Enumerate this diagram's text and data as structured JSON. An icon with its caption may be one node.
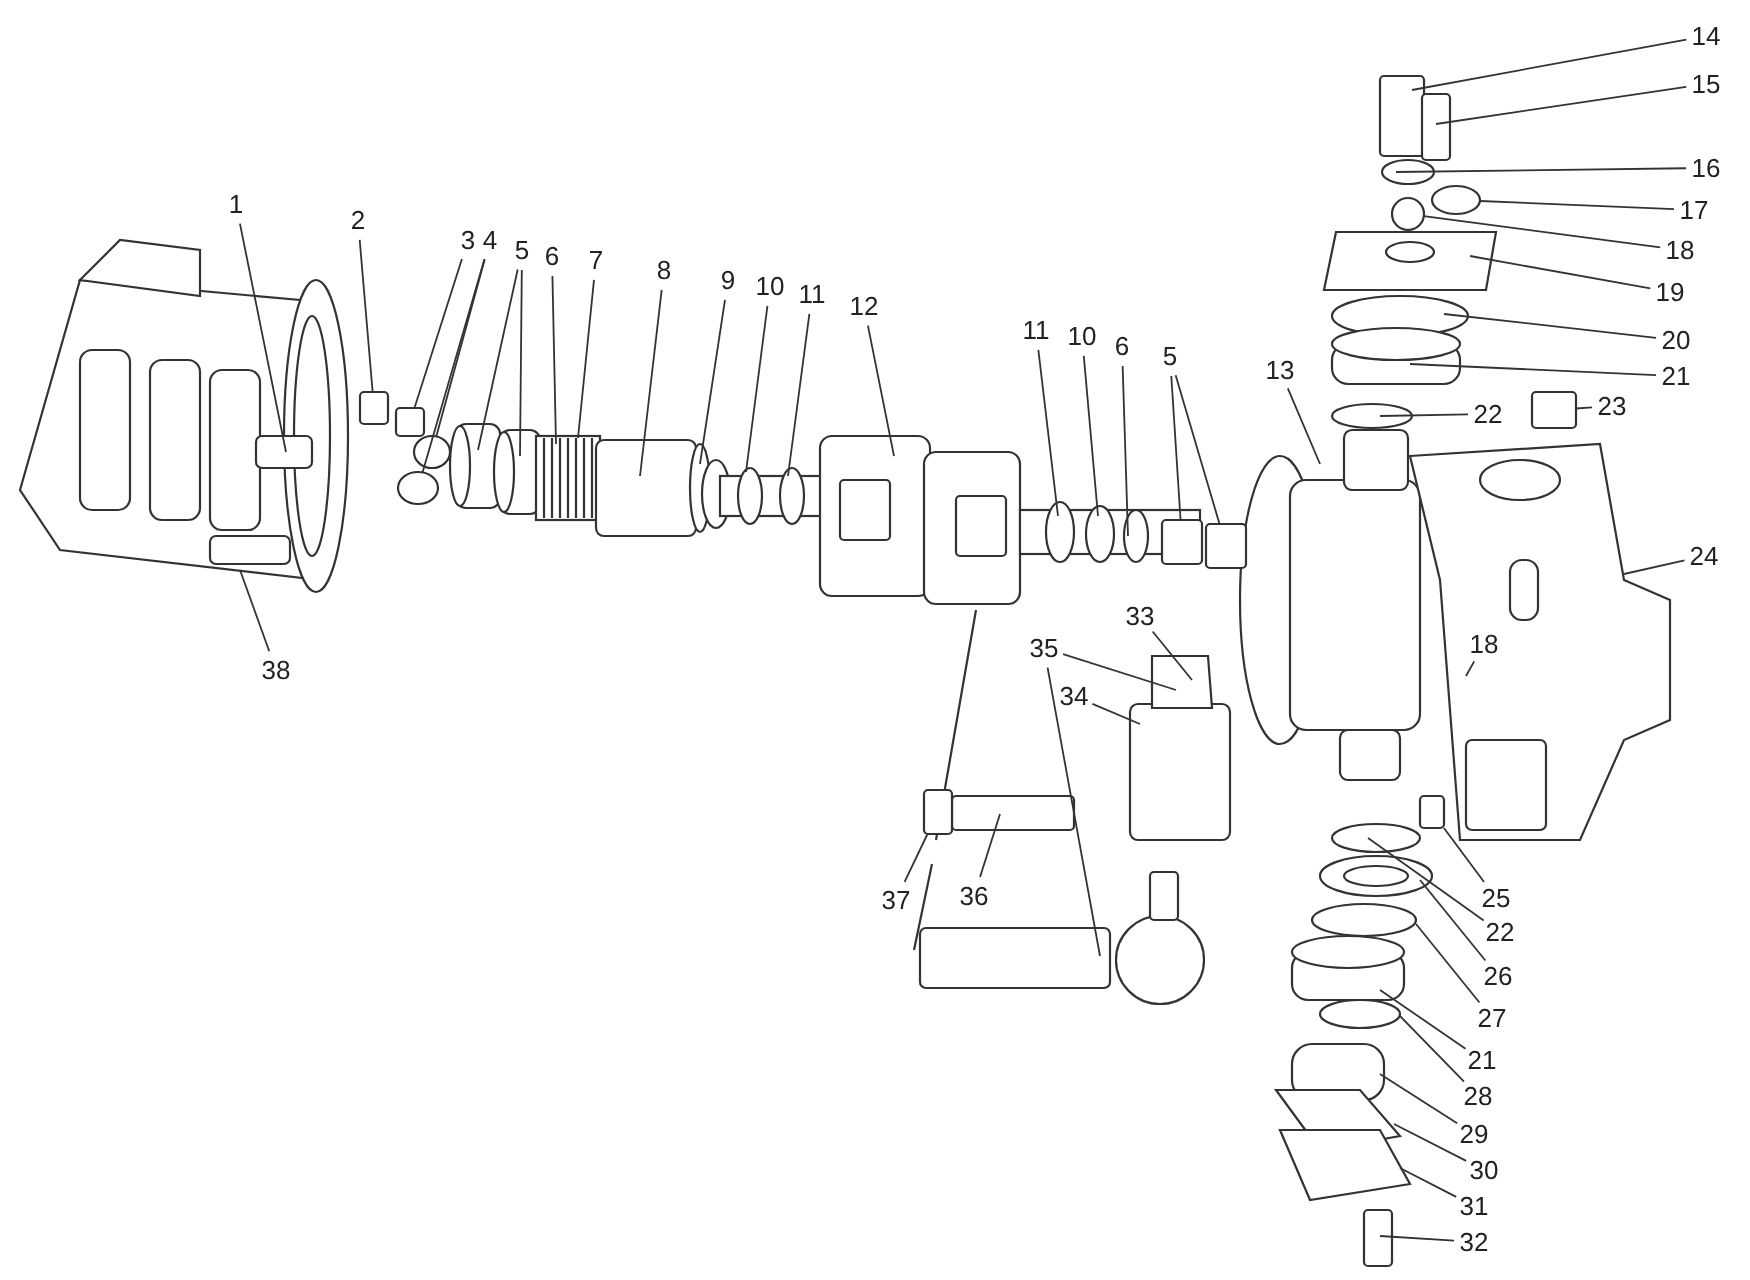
{
  "diagram": {
    "nodes": [
      {
        "text": [
          "1"
        ]
      },
      {
        "text": [
          "2"
        ]
      },
      {
        "text": [
          "3"
        ]
      },
      {
        "text": [
          "4"
        ]
      },
      {
        "text": [
          "5"
        ]
      },
      {
        "text": [
          "6"
        ]
      },
      {
        "text": [
          "7"
        ]
      },
      {
        "text": [
          "8"
        ]
      },
      {
        "text": [
          "9"
        ]
      },
      {
        "text": [
          "10"
        ]
      },
      {
        "text": [
          "11"
        ]
      },
      {
        "text": [
          "12"
        ]
      },
      {
        "text": [
          "11"
        ]
      },
      {
        "text": [
          "10"
        ]
      },
      {
        "text": [
          "6"
        ]
      },
      {
        "text": [
          "5"
        ]
      },
      {
        "text": [
          "13"
        ]
      },
      {
        "text": [
          "14"
        ]
      },
      {
        "text": [
          "15"
        ]
      },
      {
        "text": [
          "16"
        ]
      },
      {
        "text": [
          "17"
        ]
      },
      {
        "text": [
          "18"
        ]
      },
      {
        "text": [
          "19"
        ]
      },
      {
        "text": [
          "20"
        ]
      },
      {
        "text": [
          "21"
        ]
      },
      {
        "text": [
          "22"
        ]
      },
      {
        "text": [
          "23"
        ]
      },
      {
        "text": [
          "24"
        ]
      },
      {
        "text": [
          "18"
        ]
      },
      {
        "text": [
          "33"
        ]
      },
      {
        "text": [
          "35"
        ]
      },
      {
        "text": [
          "34"
        ]
      },
      {
        "text": [
          "25"
        ]
      },
      {
        "text": [
          "22"
        ]
      },
      {
        "text": [
          "26"
        ]
      },
      {
        "text": [
          "27"
        ]
      },
      {
        "text": [
          "21"
        ]
      },
      {
        "text": [
          "28"
        ]
      },
      {
        "text": [
          "29"
        ]
      },
      {
        "text": [
          "30"
        ]
      },
      {
        "text": [
          "31"
        ]
      },
      {
        "text": [
          "32"
        ]
      },
      {
        "text": [
          "37"
        ]
      },
      {
        "text": [
          "36"
        ]
      },
      {
        "text": [
          "38"
        ]
      },
      {
        "text": [],
        "shape": "box"
      },
      {
        "text": [],
        "shape": "box"
      },
      {
        "text": [],
        "shape": "circle"
      },
      {
        "text": [],
        "shape": "circle"
      },
      {
        "text": [],
        "shape": "box"
      },
      {
        "text": [],
        "shape": "box"
      },
      {
        "text": [],
        "shape": "circle"
      },
      {
        "text": [],
        "shape": "circle"
      },
      {
        "text": [],
        "shape": "box"
      },
      {
        "text": [],
        "shape": "box"
      },
      {
        "text": [],
        "shape": "box"
      }
    ],
    "edges": [
      {
        "from": 0,
        "to": null,
        "arrow": "none"
      },
      {
        "from": 1,
        "to": 45,
        "arrow": "none"
      },
      {
        "from": 2,
        "to": 46,
        "arrow": "none"
      },
      {
        "from": 3,
        "to": 47,
        "arrow": "none"
      },
      {
        "from": 3,
        "to": 48,
        "arrow": "none"
      },
      {
        "from": 4,
        "to": null,
        "arrow": "none"
      },
      {
        "from": 4,
        "to": null,
        "arrow": "none"
      },
      {
        "from": 5,
        "to": null,
        "arrow": "none"
      },
      {
        "from": 6,
        "to": null,
        "arrow": "none"
      },
      {
        "from": 7,
        "to": null,
        "arrow": "none"
      },
      {
        "from": 8,
        "to": null,
        "arrow": "none"
      },
      {
        "from": 9,
        "to": null,
        "arrow": "none"
      },
      {
        "from": 10,
        "to": null,
        "arrow": "none"
      },
      {
        "from": 11,
        "to": null,
        "arrow": "none"
      },
      {
        "from": 12,
        "to": null,
        "arrow": "none"
      },
      {
        "from": 13,
        "to": null,
        "arrow": "none"
      },
      {
        "from": 14,
        "to": null,
        "arrow": "none"
      },
      {
        "from": 15,
        "to": 49,
        "arrow": "none"
      },
      {
        "from": 15,
        "to": 50,
        "arrow": "none"
      },
      {
        "from": 16,
        "to": null,
        "arrow": "none"
      },
      {
        "from": 17,
        "to": null,
        "arrow": "none"
      },
      {
        "from": 18,
        "to": null,
        "arrow": "none"
      },
      {
        "from": 19,
        "to": null,
        "arrow": "none"
      },
      {
        "from": 20,
        "to": 51,
        "arrow": "none"
      },
      {
        "from": 21,
        "to": 52,
        "arrow": "none"
      },
      {
        "from": 22,
        "to": null,
        "arrow": "none"
      },
      {
        "from": 23,
        "to": null,
        "arrow": "none"
      },
      {
        "from": 24,
        "to": null,
        "arrow": "none"
      },
      {
        "from": 25,
        "to": null,
        "arrow": "none"
      },
      {
        "from": 26,
        "to": 53,
        "arrow": "none"
      },
      {
        "from": 27,
        "to": null,
        "arrow": "none"
      },
      {
        "from": 28,
        "to": null,
        "arrow": "none"
      },
      {
        "from": 29,
        "to": null,
        "arrow": "none"
      },
      {
        "from": 30,
        "to": null,
        "arrow": "none"
      },
      {
        "from": 30,
        "to": null,
        "arrow": "none"
      },
      {
        "from": 31,
        "to": null,
        "arrow": "none"
      },
      {
        "from": 32,
        "to": 54,
        "arrow": "none"
      },
      {
        "from": 33,
        "to": null,
        "arrow": "none"
      },
      {
        "from": 34,
        "to": null,
        "arrow": "none"
      },
      {
        "from": 35,
        "to": null,
        "arrow": "none"
      },
      {
        "from": 36,
        "to": null,
        "arrow": "none"
      },
      {
        "from": 37,
        "to": null,
        "arrow": "none"
      },
      {
        "from": 38,
        "to": null,
        "arrow": "none"
      },
      {
        "from": 39,
        "to": null,
        "arrow": "none"
      },
      {
        "from": 40,
        "to": null,
        "arrow": "none"
      },
      {
        "from": 41,
        "to": null,
        "arrow": "none"
      },
      {
        "from": 42,
        "to": 55,
        "arrow": "none"
      },
      {
        "from": 43,
        "to": null,
        "arrow": "none"
      },
      {
        "from": 44,
        "to": null,
        "arrow": "none"
      }
    ]
  }
}
